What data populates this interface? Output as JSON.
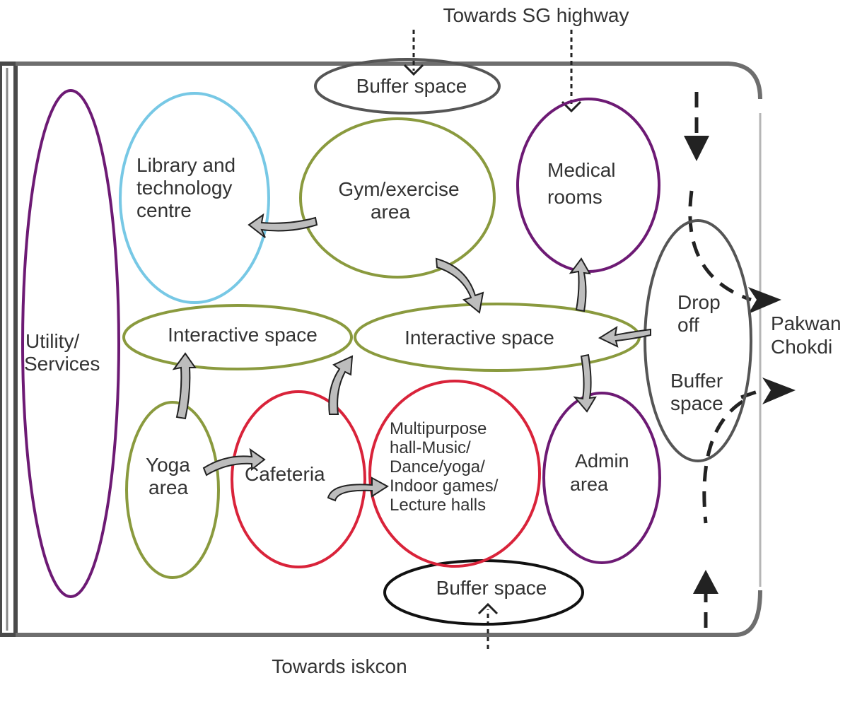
{
  "colors": {
    "purple": "#6d1a74",
    "olive": "#8a9a3e",
    "cyan": "#77c8e5",
    "red": "#d9233a",
    "gray": "#555555",
    "black": "#111111"
  },
  "labels": {
    "top_road": "Towards SG highway",
    "bottom_road": "Towards iskcon",
    "right_road_line1": "Pakwan",
    "right_road_line2": "Chokdi"
  },
  "zones": {
    "buffer_top": "Buffer space",
    "buffer_bottom": "Buffer space",
    "utility_line1": "Utility/",
    "utility_line2": "Services",
    "library_line1": "Library and",
    "library_line2": "technology",
    "library_line3": "centre",
    "gym_line1": "Gym/exercise",
    "gym_line2": "area",
    "medical_line1": "Medical",
    "medical_line2": "rooms",
    "dropoff_line1": "Drop",
    "dropoff_line2": "off",
    "dropoff_buffer_line1": "Buffer",
    "dropoff_buffer_line2": "space",
    "interactive_left": "Interactive space",
    "interactive_center": "Interactive space",
    "yoga_line1": "Yoga",
    "yoga_line2": "area",
    "cafeteria": "Cafeteria",
    "multipurpose_line1": "Multipurpose",
    "multipurpose_line2": "hall-Music/",
    "multipurpose_line3": "Dance/yoga/",
    "multipurpose_line4": "Indoor games/",
    "multipurpose_line5": "Lecture halls",
    "admin_line1": "Admin",
    "admin_line2": "area"
  }
}
